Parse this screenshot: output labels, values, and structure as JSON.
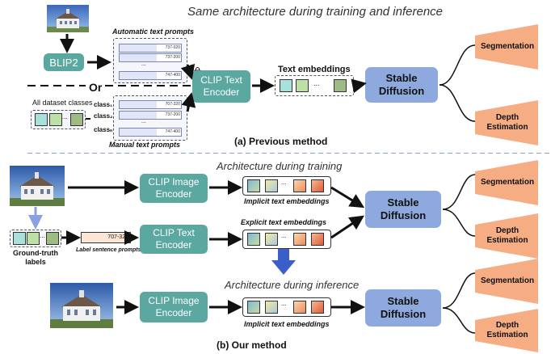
{
  "title_top": "Same architecture during training and inference",
  "prev": {
    "blip": "BLIP2",
    "auto_prompts_label": "Automatic text prompts",
    "auto_rows": [
      "737-020",
      "737-200",
      "...",
      "747-400"
    ],
    "or": "Or",
    "all_classes": "All dataset classes",
    "class_labels": [
      "class₁",
      "class₂",
      "classₙ"
    ],
    "manual_rows": [
      "707-320",
      "737-200",
      "...",
      "747-400"
    ],
    "manual_prompts_label": "Manual text prompts",
    "clip_text": "CLIP Text Encoder",
    "text_embeddings": "Text embeddings",
    "stable_diffusion": "Stable Diffusion",
    "segmentation": "Segmentation",
    "depth": "Depth Estimation",
    "caption": "(a) Previous  method"
  },
  "ours": {
    "arch_train": "Architecture during training",
    "clip_image": "CLIP Image Encoder",
    "clip_text": "CLIP Text Encoder",
    "implicit": "Implicit text embeddings",
    "explicit": "Explicit text  embeddings",
    "label_prompt_value": "707-320",
    "label_sentence": "Label sentence prompts",
    "gt_labels": "Ground-truth labels",
    "stable_diffusion": "Stable Diffusion",
    "segmentation": "Segmentation",
    "depth": "Depth Estimation",
    "arch_infer": "Architecture during inference",
    "clip_image_2": "CLIP Image Encoder",
    "implicit_2": "Implicit text embeddings",
    "stable_diffusion_2": "Stable Diffusion",
    "segmentation_2": "Segmentation",
    "depth_2": "Depth Estimation",
    "caption": "(b)  Our  method"
  },
  "colors": {
    "teal": "#5ba8a0",
    "blue": "#8da9dd",
    "orange": "#f6ad84",
    "tile_teal": "#a8e0dc",
    "tile_green": "#bde0a5",
    "tile_dark": "#9cbc84"
  }
}
